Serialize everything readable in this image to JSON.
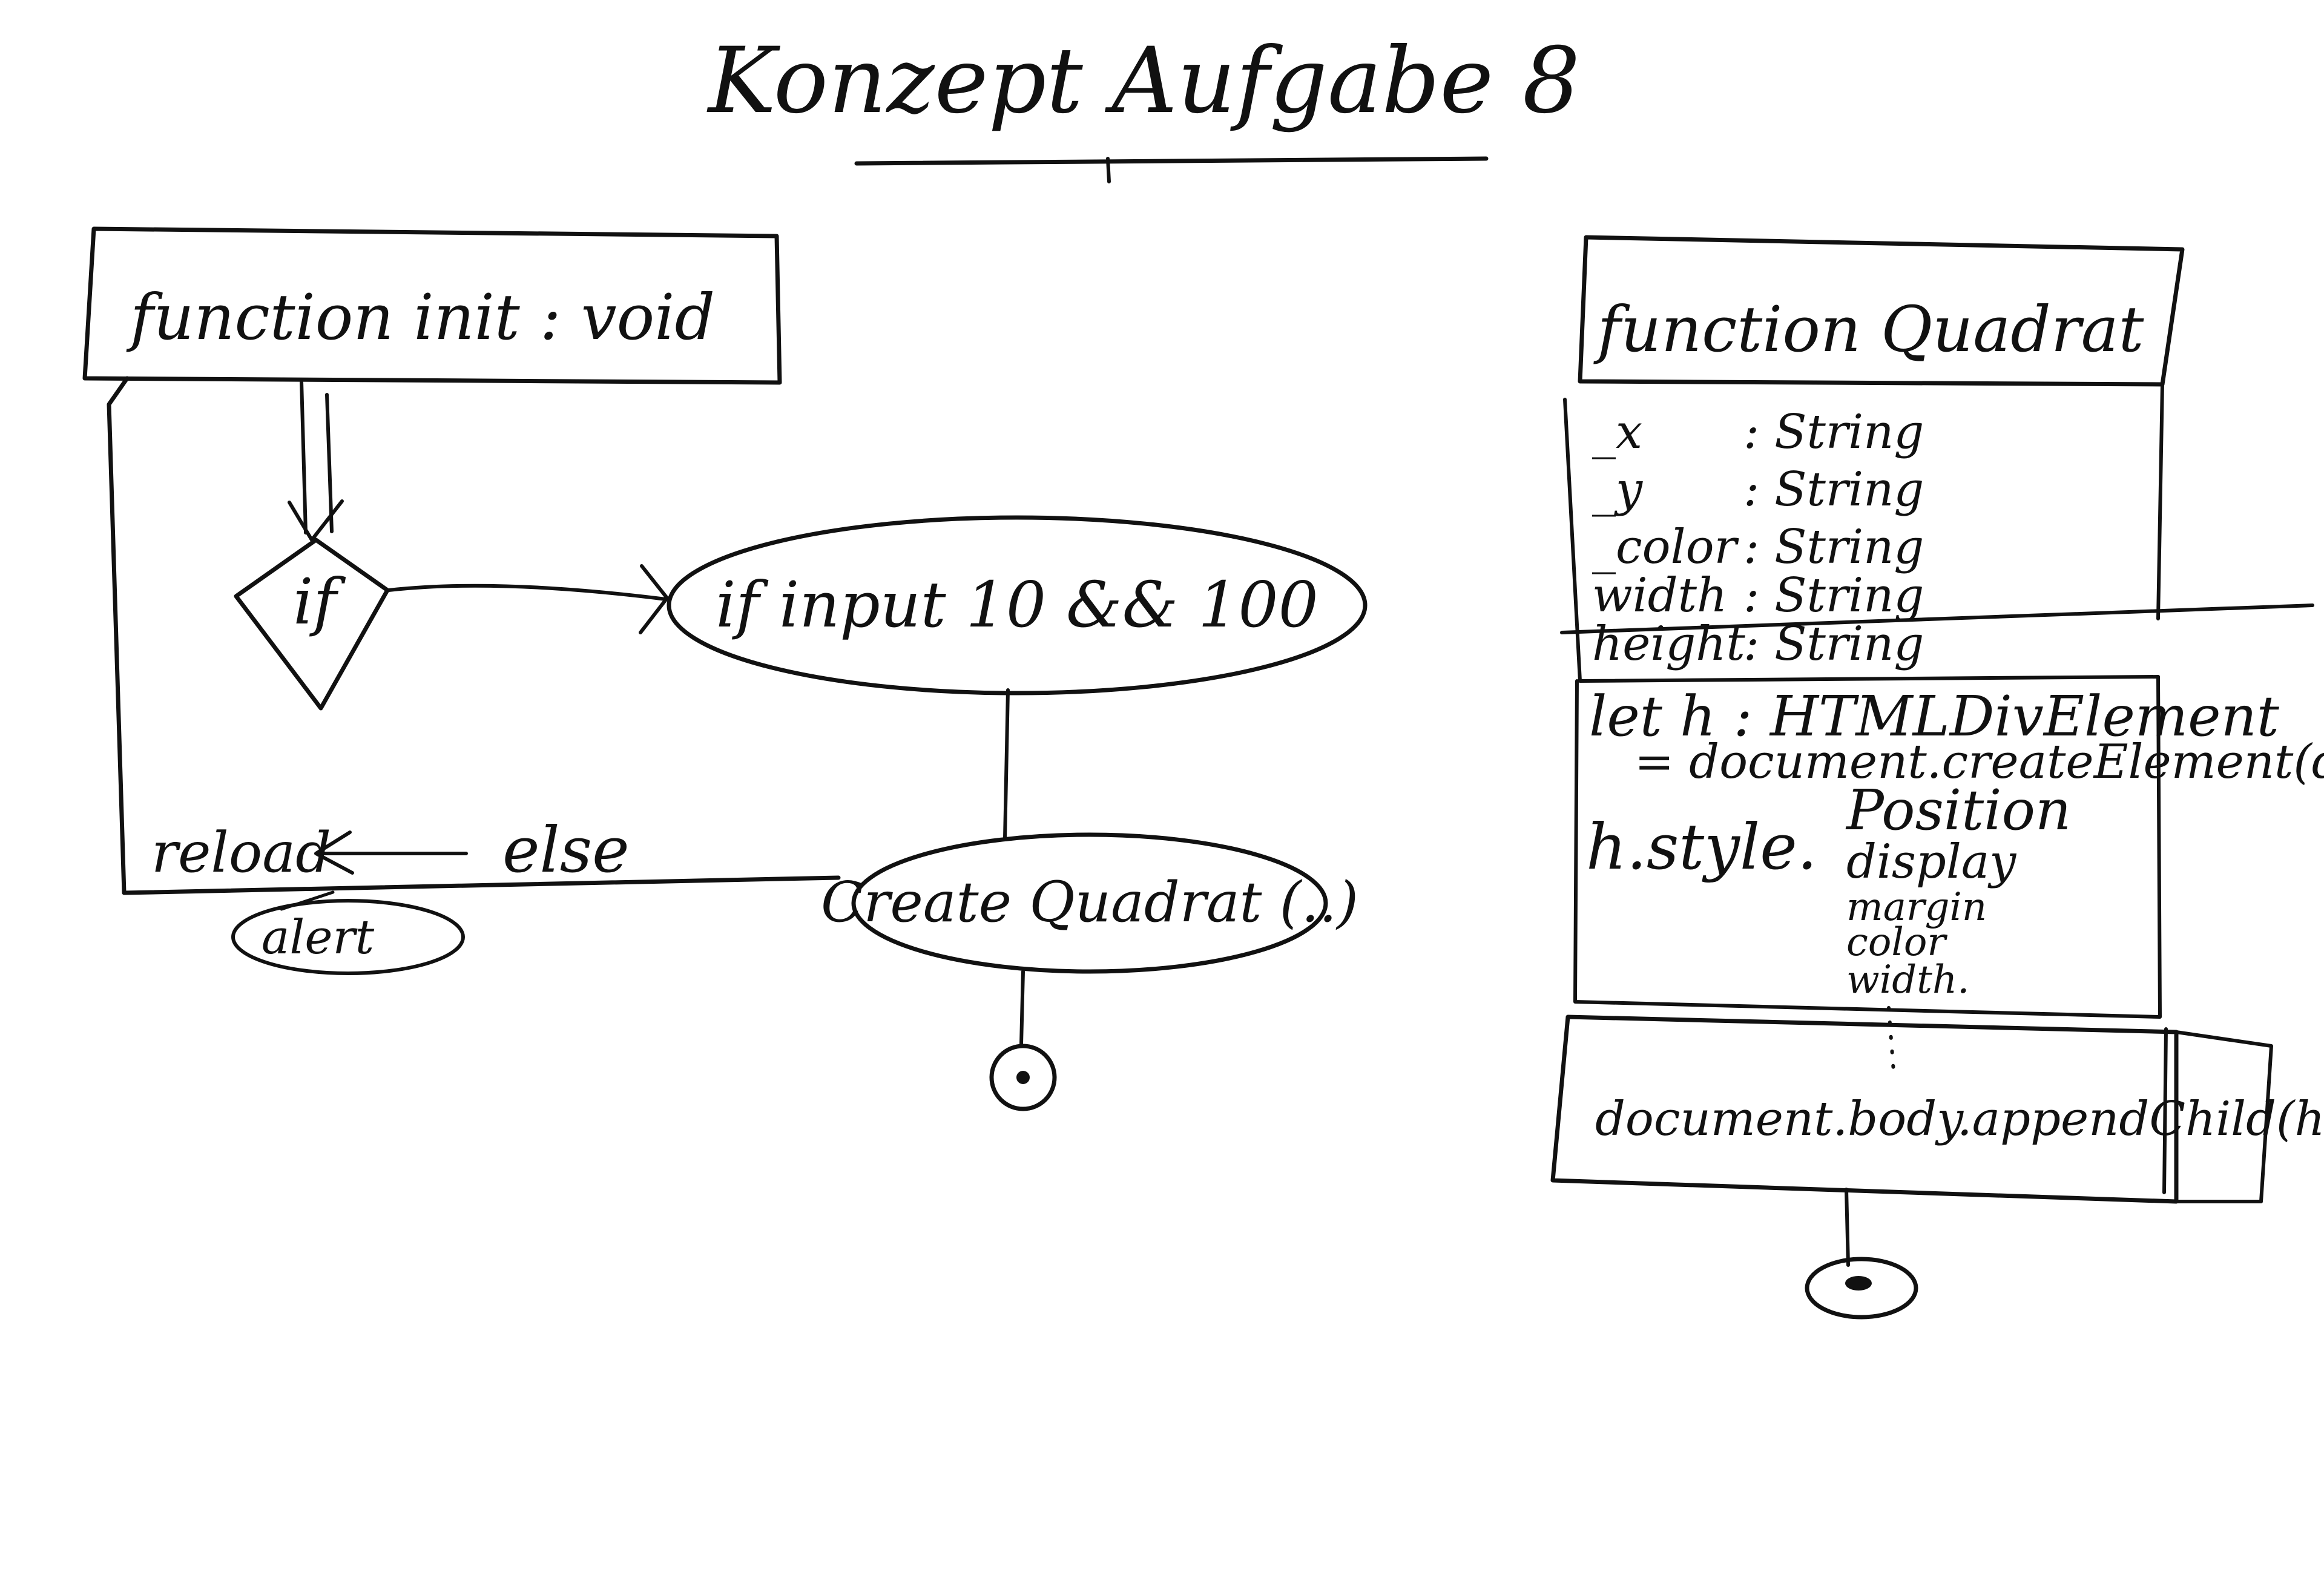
{
  "title": "Konzept Aufgabe 8",
  "init_diagram": {
    "header": "function init : void",
    "decision": "if",
    "condition": "if input 10 && 100",
    "action": "Create Quadrat (..)",
    "else_label": "else",
    "reload_label": "reload",
    "alert_label": "alert"
  },
  "quadrat_diagram": {
    "header": "function Quadrat",
    "attributes": [
      {
        "name": "_x",
        "type": ": String"
      },
      {
        "name": "_y",
        "type": ": String"
      },
      {
        "name": "_color",
        "type": ": String"
      },
      {
        "name": "width",
        "type": ": String"
      },
      {
        "name": "height",
        "type": ": String"
      }
    ],
    "create_line_1": "let h : HTMLDivElement",
    "create_line_2": "= document.createElement(div)",
    "style_prefix": "h.style.",
    "style_props": [
      "Position",
      "display",
      "margin",
      "color",
      "width."
    ],
    "append": "document.body.appendChild(h)"
  }
}
